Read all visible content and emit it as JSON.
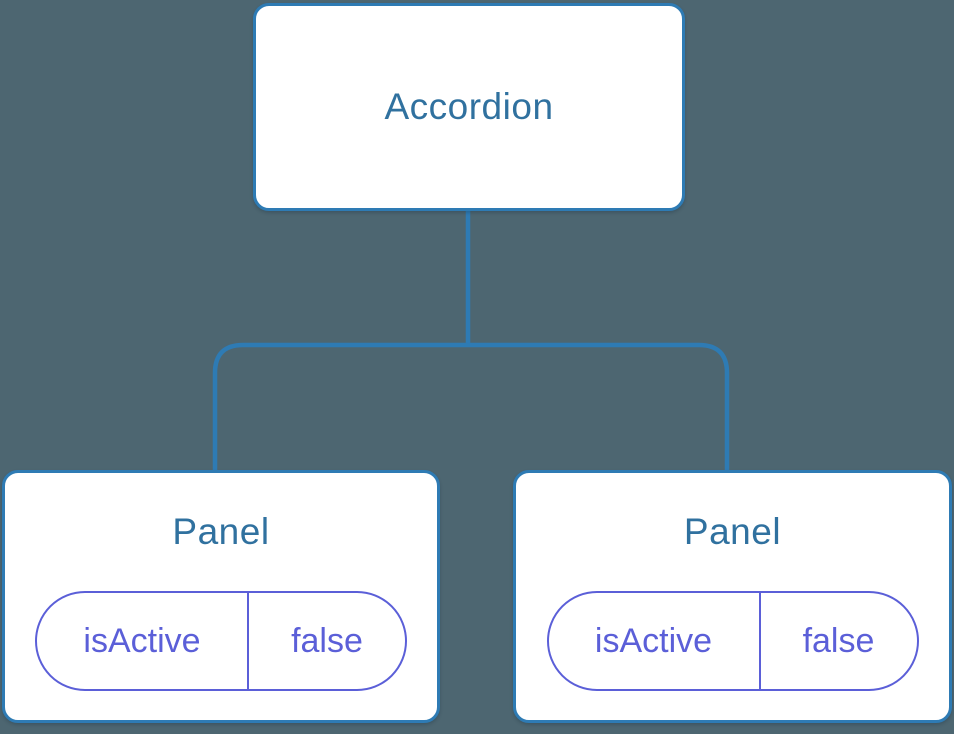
{
  "colors": {
    "background": "#4d6671",
    "node_fill": "#ffffff",
    "node_border": "#2e7bb4",
    "node_text": "#30719f",
    "state_accent": "#5b5fd8"
  },
  "tree": {
    "root": {
      "label": "Accordion"
    },
    "children": [
      {
        "label": "Panel",
        "state": {
          "name": "isActive",
          "value": "false"
        }
      },
      {
        "label": "Panel",
        "state": {
          "name": "isActive",
          "value": "false"
        }
      }
    ]
  }
}
